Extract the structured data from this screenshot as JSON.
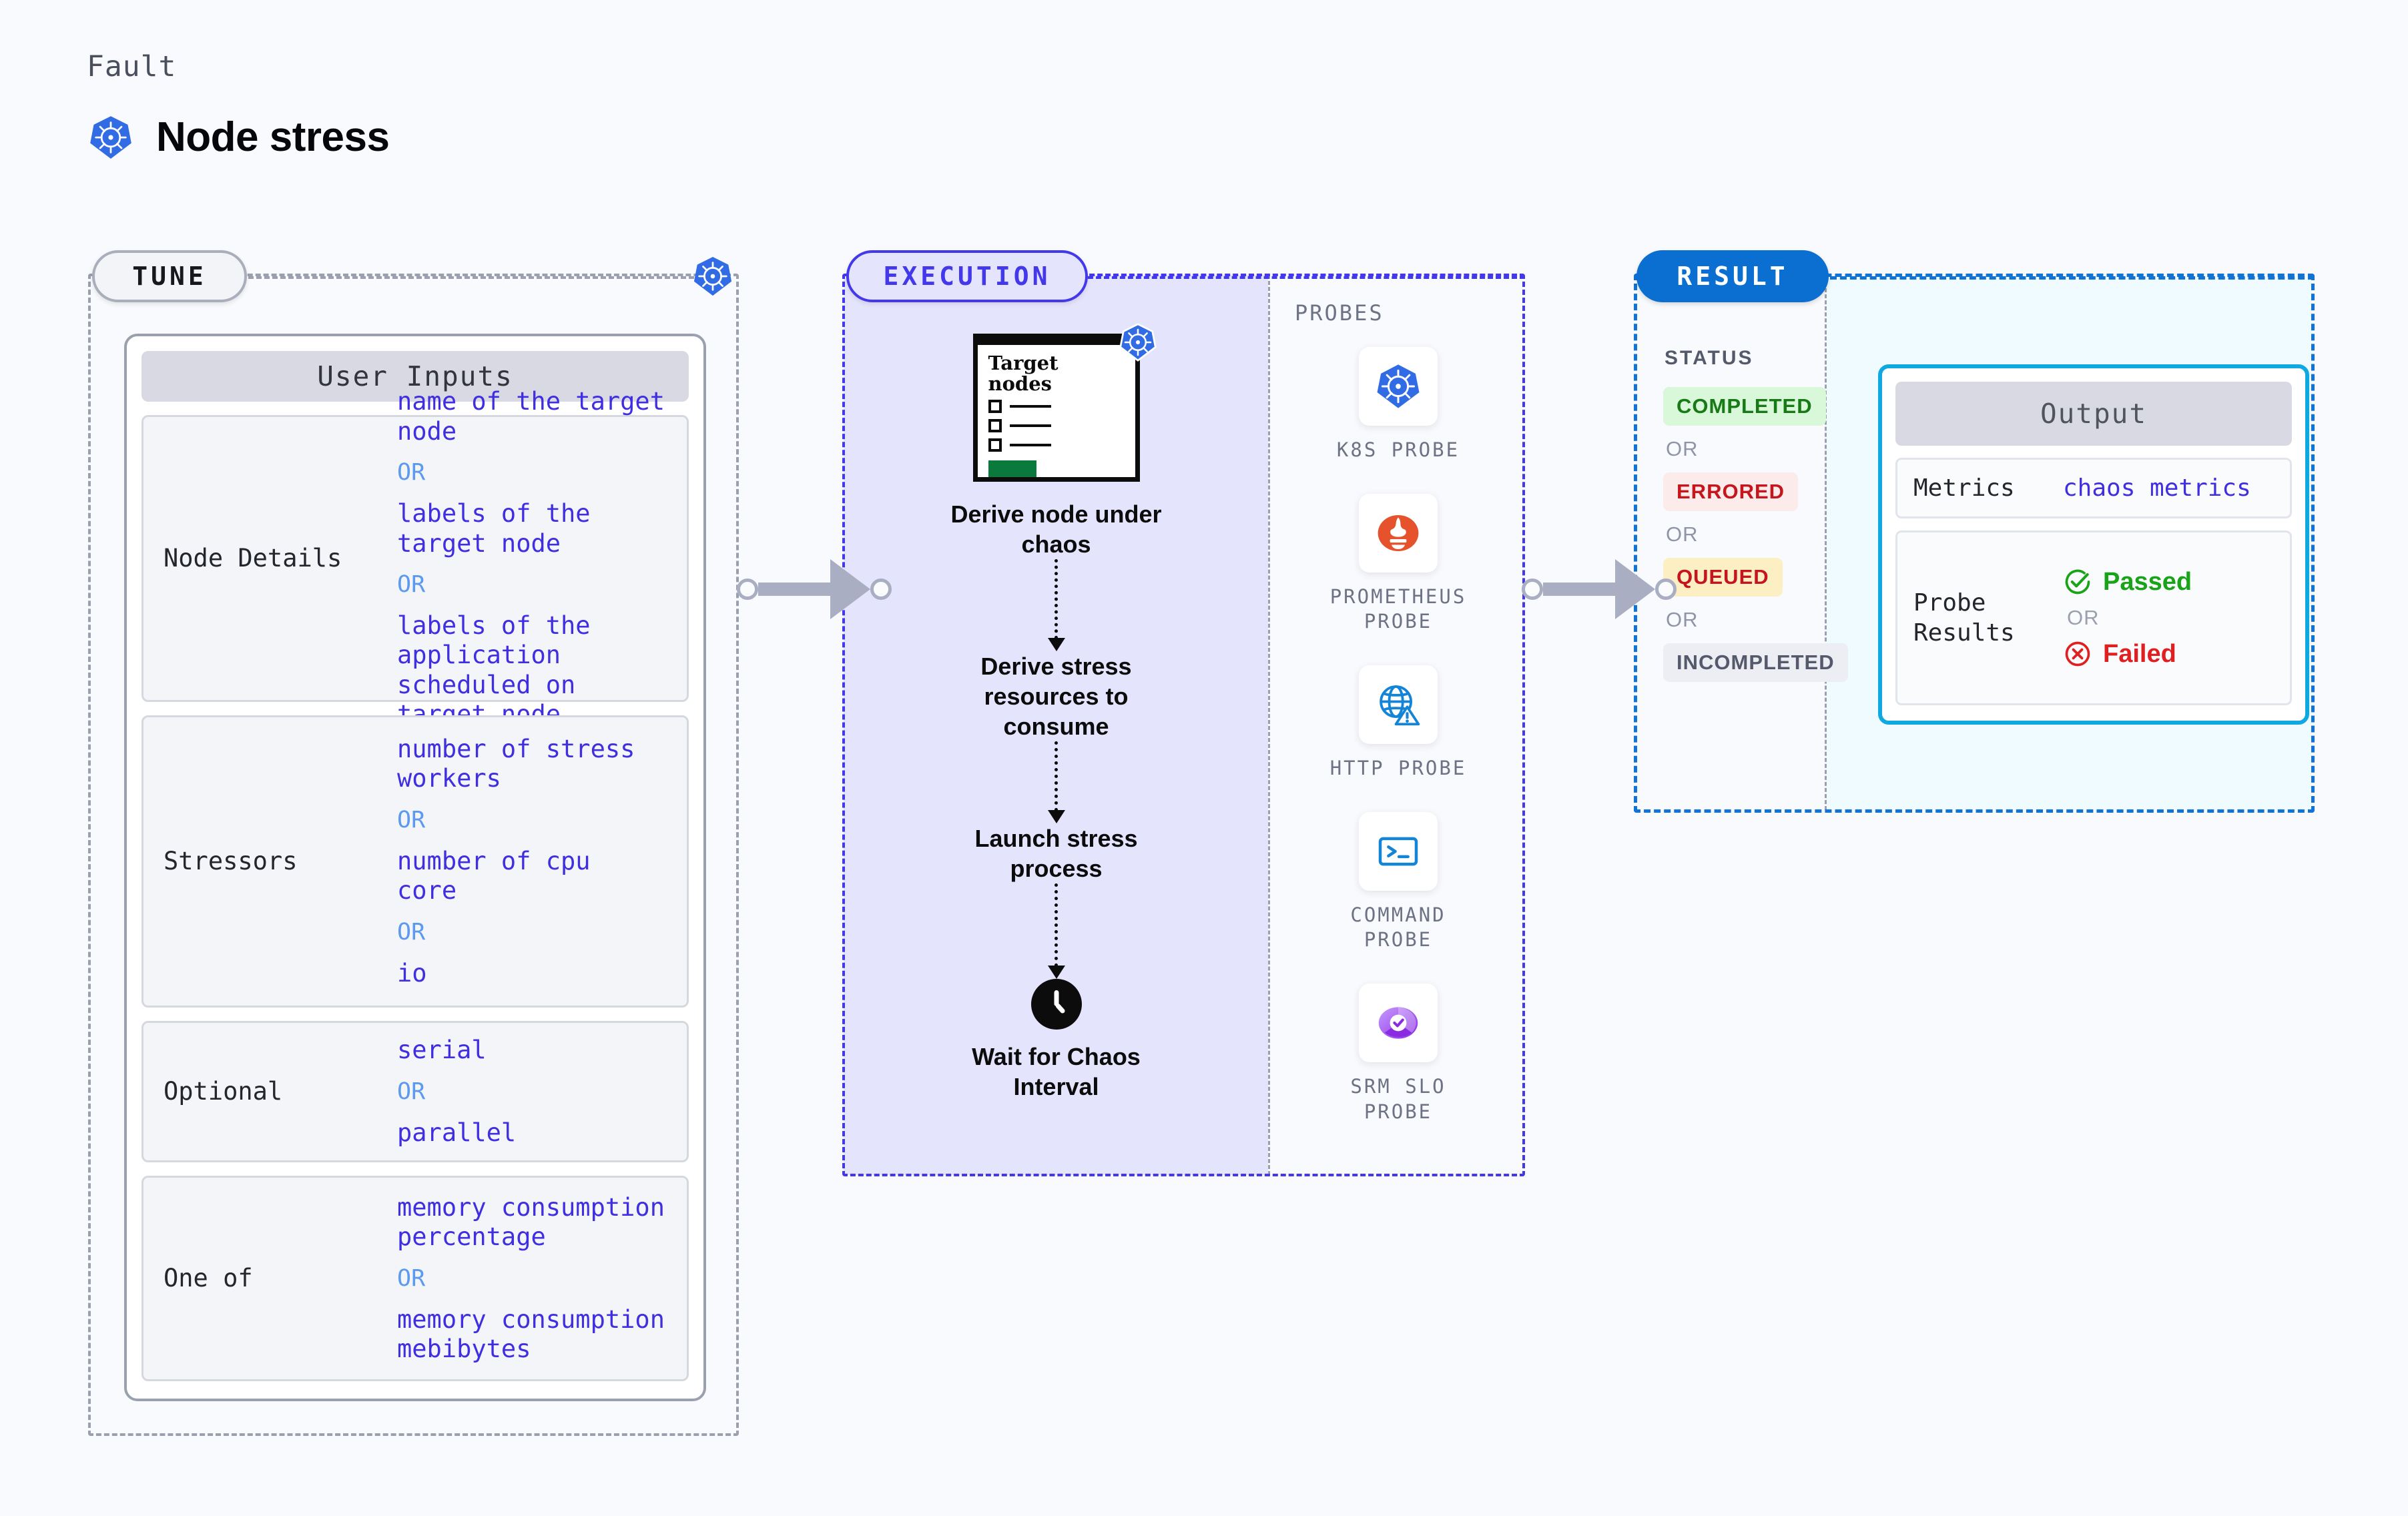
{
  "header": {
    "fault_label": "Fault",
    "title": "Node stress",
    "icon": "kubernetes-icon"
  },
  "sections": {
    "tune": {
      "badge": "TUNE",
      "pin_icon": "kubernetes-icon"
    },
    "execution": {
      "badge": "EXECUTION"
    },
    "result": {
      "badge": "RESULT"
    }
  },
  "tune": {
    "card_title": "User Inputs",
    "rows": [
      {
        "key": "Node Details",
        "values": [
          "name of the target\nnode",
          "labels of the\ntarget node",
          "labels of the application\n scheduled on target node"
        ],
        "separators": [
          "OR",
          "OR"
        ]
      },
      {
        "key": "Stressors",
        "values": [
          "number of stress\nworkers",
          "number of cpu\ncore",
          "io"
        ],
        "separators": [
          "OR",
          "OR"
        ]
      },
      {
        "key": "Optional",
        "values": [
          "serial",
          "parallel"
        ],
        "separators": [
          "OR"
        ]
      },
      {
        "key": "One of",
        "values": [
          "memory consumption\npercentage",
          "memory consumption\nmebibytes"
        ],
        "separators": [
          "OR"
        ]
      }
    ]
  },
  "execution": {
    "node_card": {
      "title": "Target\nnodes",
      "pin_icon": "kubernetes-icon",
      "checkbox_count": 3,
      "progress_color": "#0a7a3c"
    },
    "steps": [
      {
        "label": "Derive node under\nchaos"
      },
      {
        "label": "Derive stress\nresources to\nconsume"
      },
      {
        "label": "Launch stress\nprocess"
      },
      {
        "label": "Wait for Chaos\nInterval",
        "icon": "clock-icon"
      }
    ]
  },
  "probes": {
    "title": "PROBES",
    "items": [
      {
        "name": "K8S PROBE",
        "icon": "kubernetes-icon"
      },
      {
        "name": "PROMETHEUS\nPROBE",
        "icon": "prometheus-icon"
      },
      {
        "name": "HTTP PROBE",
        "icon": "globe-warning-icon"
      },
      {
        "name": "COMMAND\nPROBE",
        "icon": "terminal-icon"
      },
      {
        "name": "SRM SLO\nPROBE",
        "icon": "srm-slo-icon"
      }
    ]
  },
  "result": {
    "status_title": "STATUS",
    "statuses": [
      "COMPLETED",
      "ERRORED",
      "QUEUED",
      "INCOMPLETED"
    ],
    "status_separators": [
      "OR",
      "OR",
      "OR"
    ],
    "output": {
      "title": "Output",
      "metrics_key": "Metrics",
      "metrics_value": "chaos metrics",
      "probe_key": "Probe\nResults",
      "passed": "Passed",
      "failed": "Failed",
      "separator": "OR"
    }
  },
  "colors": {
    "background": "#f9fafd",
    "tune_border": "#9aa0ad",
    "execution_accent": "#4338ea",
    "execution_fill": "#e5e4fd",
    "result_accent": "#1173d4",
    "result_fill": "#effbfe",
    "output_border": "#0fa8e0",
    "value_text": "#3f2fe0",
    "or_text": "#5b9aee",
    "passed": "#18a318",
    "failed": "#e02020"
  }
}
